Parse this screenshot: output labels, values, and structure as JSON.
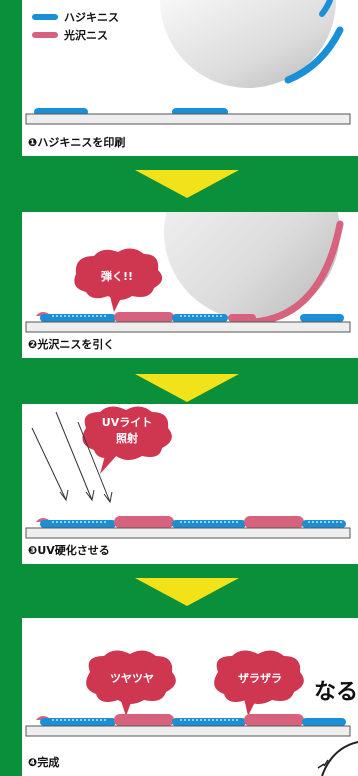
{
  "legend": {
    "items": [
      {
        "label": "ハジキニス",
        "color": "#1a8fd6"
      },
      {
        "label": "光沢ニス",
        "color": "#d6627d"
      }
    ]
  },
  "steps": [
    {
      "caption": "❶ハジキニスを印刷"
    },
    {
      "caption": "❷光沢ニスを引く",
      "balloon": "弾く!!"
    },
    {
      "caption": "❸UV硬化させる",
      "balloon_line1": "UVライト",
      "balloon_line2": "照射"
    },
    {
      "caption": "❹完成",
      "balloon_left": "ツヤツヤ",
      "balloon_right": "ザラザラ",
      "trailing_text": "なる"
    }
  ],
  "colors": {
    "background": "#0a8f3a",
    "arrow": "#f2e21a",
    "blue_varnish": "#1a8fd6",
    "pink_varnish": "#d6627d",
    "balloon": "#cf3650",
    "substrate": "#eeeeee"
  }
}
